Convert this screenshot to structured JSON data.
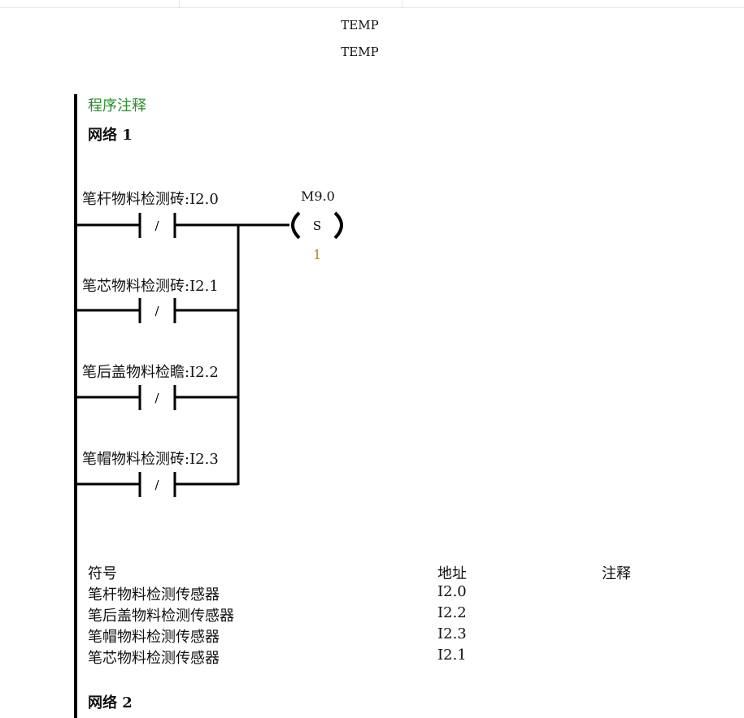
{
  "header": {
    "line1": "TEMP",
    "line2": "TEMP"
  },
  "program_comment": "程序注释",
  "network1": {
    "title": "网络 1",
    "contacts": [
      {
        "label": "笔杆物料检测砖:I2.0",
        "type": "NC",
        "symbol": "/"
      },
      {
        "label": "笔芯物料检测砖:I2.1",
        "type": "NC",
        "symbol": "/"
      },
      {
        "label": "笔后盖物料检瞻:I2.2",
        "type": "NC",
        "symbol": "/"
      },
      {
        "label": "笔帽物料检测砖:I2.3",
        "type": "NC",
        "symbol": "/"
      }
    ],
    "coil": {
      "address": "M9.0",
      "instruction": "S",
      "parameter": "1"
    }
  },
  "symbol_table": {
    "headers": {
      "symbol": "符号",
      "address": "地址",
      "comment": "注释"
    },
    "rows": [
      {
        "symbol": "笔杆物料检测传感器",
        "address": "I2.0",
        "comment": ""
      },
      {
        "symbol": "笔后盖物料检测传感器",
        "address": "I2.2",
        "comment": ""
      },
      {
        "symbol": "笔帽物料检测传感器",
        "address": "I2.3",
        "comment": ""
      },
      {
        "symbol": "笔芯物料检测传感器",
        "address": "I2.1",
        "comment": ""
      }
    ]
  },
  "network2": {
    "title": "网络 2"
  },
  "colors": {
    "comment": "#2e8b2e",
    "parameter": "#b08a1e",
    "rail": "#000000"
  }
}
